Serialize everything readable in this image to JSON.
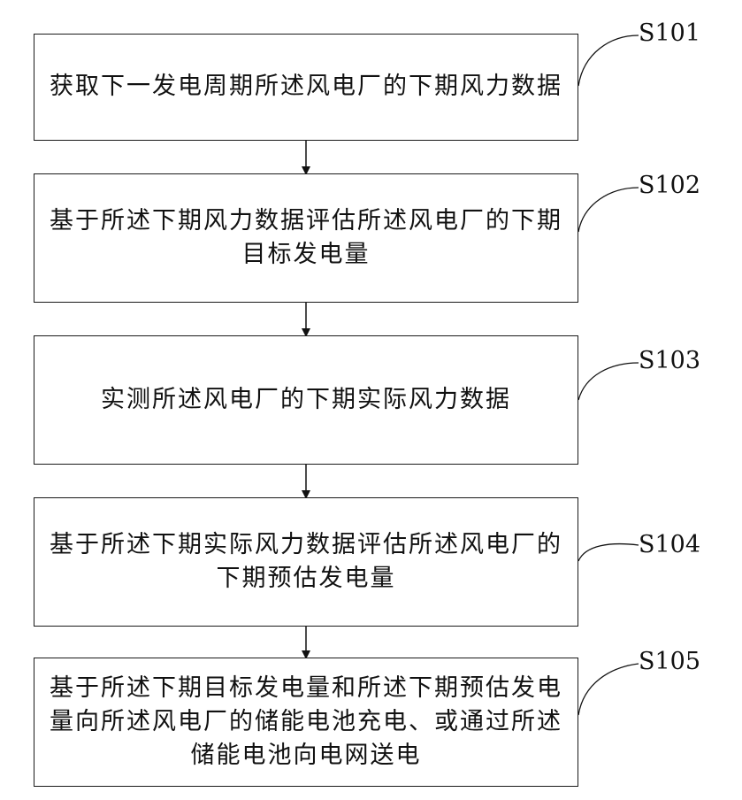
{
  "steps": [
    {
      "id": "S101",
      "text": "获取下一发电周期所述风电厂的下期风力数据"
    },
    {
      "id": "S102",
      "text": "基于所述下期风力数据评估所述风电厂的下期目标发电量"
    },
    {
      "id": "S103",
      "text": "实测所述风电厂的下期实际风力数据"
    },
    {
      "id": "S104",
      "text": "基于所述下期实际风力数据评估所述风电厂的下期预估发电量"
    },
    {
      "id": "S105",
      "text": "基于所述下期目标发电量和所述下期预估发电量向所述风电厂的储能电池充电、或通过所述储能电池向电网送电"
    }
  ]
}
